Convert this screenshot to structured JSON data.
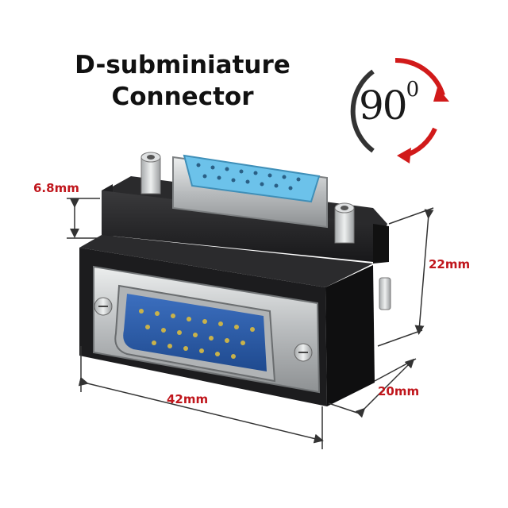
{
  "title": {
    "line1": "D-subminiature",
    "line2": "Connector"
  },
  "angle_badge": {
    "value": "90",
    "unit": "0"
  },
  "dimensions": {
    "height_small": "6.8mm",
    "height": "22mm",
    "width": "42mm",
    "depth": "20mm"
  },
  "colors": {
    "dimension_text": "#c0161c",
    "arrow_red": "#d11a1a",
    "arrow_dark": "#333333",
    "connector_body": "#1c1c1e",
    "shell_metal": "#c9cbcc",
    "female_insert": "#6cc2ea",
    "male_insert": "#2f5fa8"
  }
}
